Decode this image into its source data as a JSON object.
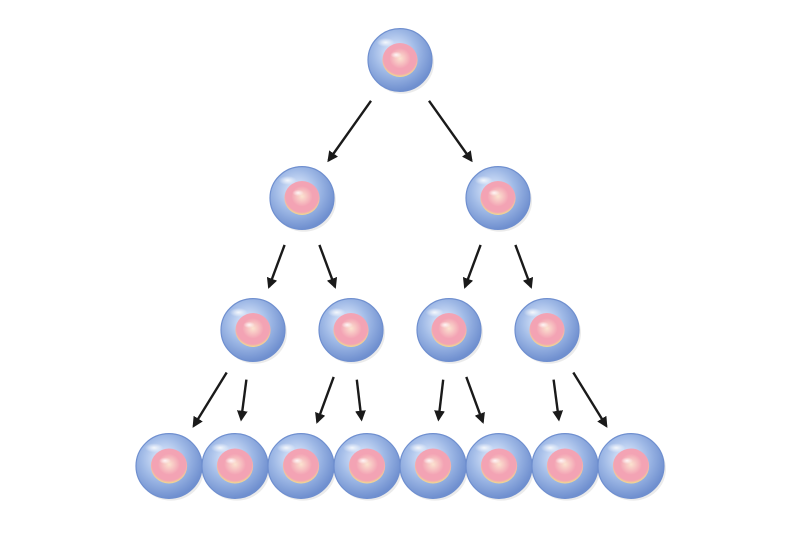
{
  "diagram": {
    "type": "cell-division-tree",
    "levels": [
      {
        "generation": 1,
        "cell_count": 1
      },
      {
        "generation": 2,
        "cell_count": 2
      },
      {
        "generation": 3,
        "cell_count": 4
      },
      {
        "generation": 4,
        "cell_count": 8
      }
    ],
    "colors": {
      "background": "#ffffff",
      "cell_membrane": "#9fb9e6",
      "cell_membrane_edge": "#6f8fcf",
      "cytoplasm_highlight": "#e6f0ff",
      "nucleus": "#f3a3b4",
      "nucleus_core": "#fbe3d0",
      "nucleus_rim": "#f0e08a",
      "arrow": "#1a1a1a"
    }
  }
}
